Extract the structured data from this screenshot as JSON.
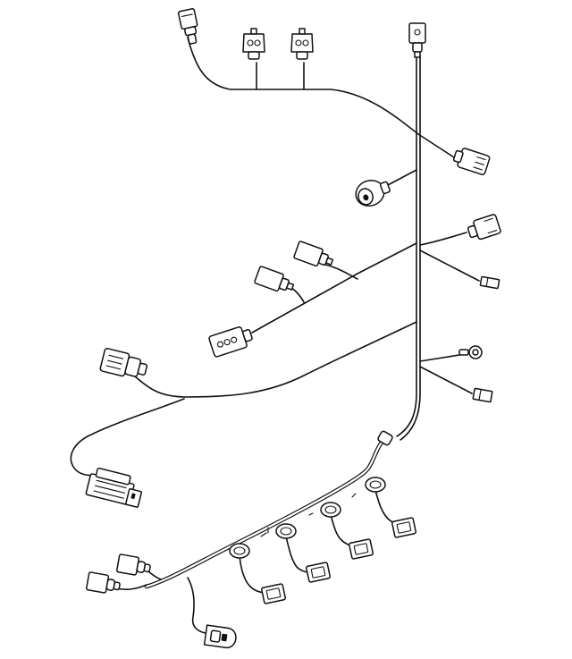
{
  "figure": {
    "type": "exploded-parts-diagram",
    "background": "#ffffff",
    "line_color": "#111111",
    "labels": []
  },
  "components": {
    "connectors": [
      "top-left-connector",
      "top-connector-1",
      "top-connector-2",
      "top-right-connector",
      "right-large-connector",
      "round-connector",
      "right-connector-upper",
      "right-small-plug",
      "mid-connector-1",
      "mid-connector-2",
      "mid-left-connector",
      "left-large-connector",
      "ring-terminal",
      "right-small-plug-lower",
      "left-control-module",
      "bottom-left-connector-1",
      "bottom-left-connector-2",
      "bottom-hooked-connector",
      "injector-connector-1",
      "injector-connector-2",
      "injector-connector-3",
      "injector-connector-4"
    ]
  }
}
